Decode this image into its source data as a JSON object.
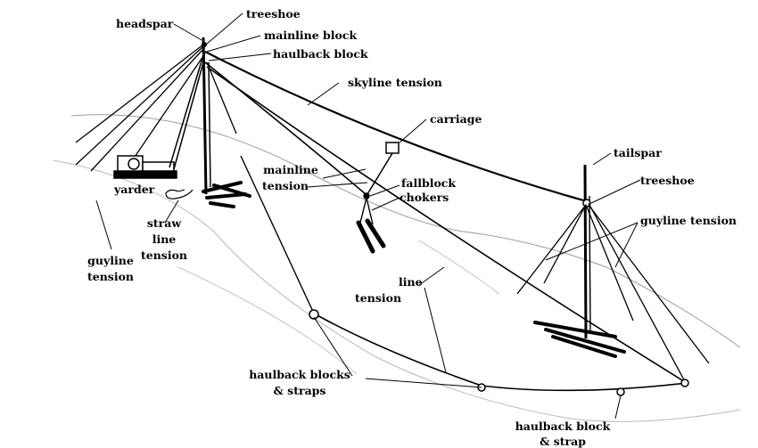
{
  "diagram": {
    "labels": {
      "headspar": "headspar",
      "treeshoe_top": "treeshoe",
      "mainline_block": "mainline block",
      "haulback_block_top": "haulback block",
      "skyline_tension": "skyline tension",
      "carriage": "carriage",
      "tailspar": "tailspar",
      "treeshoe_right": "treeshoe",
      "guyline_tension_right": "guyline tension",
      "mainline_tension_1": "mainline",
      "mainline_tension_2": "tension",
      "fallblock": "fallblock",
      "chokers": "chokers",
      "yarder": "yarder",
      "strawline_1": "straw",
      "strawline_2": "line",
      "strawline_3": "tension",
      "guyline_left_1": "guyline",
      "guyline_left_2": "tension",
      "line_tension_1": "line",
      "line_tension_2": "tension",
      "haulback_blocks_1": "haulback blocks",
      "haulback_blocks_2": "& straps",
      "haulback_block_bottom_1": "haulback block",
      "haulback_block_bottom_2": "& strap"
    }
  }
}
